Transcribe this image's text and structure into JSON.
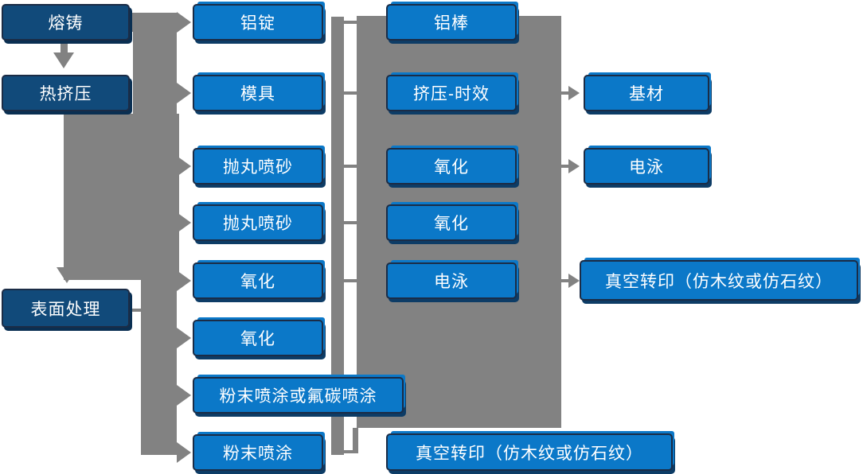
{
  "diagram": {
    "nodes": {
      "rongzhu": {
        "label": "熔铸",
        "style": "dark"
      },
      "rejiya": {
        "label": "热挤压",
        "style": "dark"
      },
      "biaomianchuli": {
        "label": "表面处理",
        "style": "dark"
      },
      "lvding": {
        "label": "铝锭",
        "style": "light"
      },
      "muju": {
        "label": "模具",
        "style": "light"
      },
      "paowanpensha1": {
        "label": "抛丸喷砂",
        "style": "light"
      },
      "paowanpensha2": {
        "label": "抛丸喷砂",
        "style": "light"
      },
      "yanghua1": {
        "label": "氧化",
        "style": "light"
      },
      "yanghua2": {
        "label": "氧化",
        "style": "light"
      },
      "fenmo_or_futan": {
        "label": "粉末喷涂或氟碳喷涂",
        "style": "light"
      },
      "fenmopentu": {
        "label": "粉末喷涂",
        "style": "light"
      },
      "lvbang": {
        "label": "铝棒",
        "style": "light"
      },
      "jiya_shixiao": {
        "label": "挤压-时效",
        "style": "light"
      },
      "yanghua3": {
        "label": "氧化",
        "style": "light"
      },
      "yanghua4": {
        "label": "氧化",
        "style": "light"
      },
      "dianyong1": {
        "label": "电泳",
        "style": "light"
      },
      "zhenkong_bottom": {
        "label": "真空转印（仿木纹或仿石纹）",
        "style": "light"
      },
      "jicai": {
        "label": "基材",
        "style": "light"
      },
      "dianyong2": {
        "label": "电泳",
        "style": "light"
      },
      "zhenkong_right": {
        "label": "真空转印（仿木纹或仿石纹）",
        "style": "light"
      }
    },
    "arrows": {
      "down_arrows_to": [
        "热挤压",
        "表面处理"
      ],
      "left_band_right_arrows_to": [
        "铝锭",
        "模具",
        "抛丸喷砂",
        "抛丸喷砂",
        "氧化",
        "氧化",
        "粉末喷涂或氟碳喷涂",
        "粉末喷涂"
      ],
      "center_block_right_arrows_to": [
        "基材",
        "电泳",
        "真空转印（仿木纹或仿石纹）"
      ]
    },
    "colors": {
      "box_light": "#0b78c8",
      "box_dark": "#114a7a",
      "box_border": "#1b2c46",
      "connector_gray": "#828282",
      "text": "#ffffff",
      "background": "#ffffff"
    }
  }
}
